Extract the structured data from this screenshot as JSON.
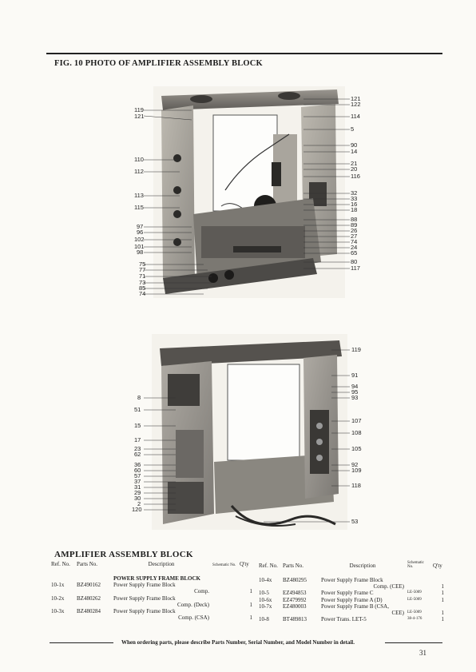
{
  "figure_title": "FIG. 10  PHOTO OF AMPLIFIER ASSEMBLY BLOCK",
  "photo1_labels_left": [
    "119",
    "121",
    "110",
    "112",
    "113",
    "115",
    "97",
    "96",
    "102",
    "101",
    "98",
    "75",
    "77",
    "71",
    "73",
    "85",
    "74"
  ],
  "photo1_labels_right": [
    "121",
    "122",
    "114",
    "5",
    "90",
    "14",
    "21",
    "20",
    "116",
    "32",
    "33",
    "16",
    "18",
    "88",
    "89",
    "26",
    "27",
    "74",
    "24",
    "65",
    "80",
    "117"
  ],
  "photo2_labels_left": [
    "8",
    "51",
    "15",
    "17",
    "23",
    "62",
    "36",
    "60",
    "57",
    "37",
    "31",
    "29",
    "30",
    "2",
    "120"
  ],
  "photo2_labels_right": [
    "119",
    "91",
    "94",
    "95",
    "93",
    "107",
    "108",
    "105",
    "92",
    "109",
    "118",
    "53"
  ],
  "section_title": "AMPLIFIER  ASSEMBLY  BLOCK",
  "table_headers": {
    "ref": "Ref. No.",
    "parts": "Parts No.",
    "desc": "Description",
    "schem": "Schematic No.",
    "qty": "Q'ty"
  },
  "left_rows": [
    {
      "ref": "",
      "parts": "",
      "desc": "POWER SUPPLY FRAME BLOCK",
      "schem": "",
      "qty": ""
    },
    {
      "ref": "10-1x",
      "parts": "BZ490162",
      "desc": "Power Supply Frame Block",
      "schem": "",
      "qty": ""
    },
    {
      "ref": "",
      "parts": "",
      "desc": "Comp.",
      "schem": "",
      "qty": "1"
    },
    {
      "ref": "10-2x",
      "parts": "BZ480262",
      "desc": "Power Supply Frame Block",
      "schem": "",
      "qty": ""
    },
    {
      "ref": "",
      "parts": "",
      "desc": "Comp. (Deck)",
      "schem": "",
      "qty": "1"
    },
    {
      "ref": "10-3x",
      "parts": "BZ480284",
      "desc": "Power Supply Frame Block",
      "schem": "",
      "qty": ""
    },
    {
      "ref": "",
      "parts": "",
      "desc": "Comp. (CSA)",
      "schem": "",
      "qty": "1"
    }
  ],
  "right_rows": [
    {
      "ref": "10-4x",
      "parts": "BZ480295",
      "desc": "Power Supply Frame Block",
      "schem": "",
      "qty": ""
    },
    {
      "ref": "",
      "parts": "",
      "desc": "Comp. (CEE)",
      "schem": "",
      "qty": "1"
    },
    {
      "ref": "10-5",
      "parts": "EZ494853",
      "desc": "Power Supply Frame C",
      "schem": "LE-5009",
      "qty": "1"
    },
    {
      "ref": "10-6x",
      "parts": "EZ479992",
      "desc": "Power Supply Frame A (D)",
      "schem": "LE-5009",
      "qty": "1"
    },
    {
      "ref": "10-7x",
      "parts": "EZ480003",
      "desc": "Power Supply Frame B (CSA,",
      "schem": "",
      "qty": ""
    },
    {
      "ref": "",
      "parts": "",
      "desc": "CEE)",
      "schem": "LE-5009",
      "qty": "1"
    },
    {
      "ref": "10-8",
      "parts": "BT489813",
      "desc": "Power Trans. LET-5",
      "schem": "38-4-176",
      "qty": "1"
    }
  ],
  "footer_note": "When ordering parts, please describe Parts Number, Serial Number, and Model Number in detail.",
  "page_number": "31"
}
